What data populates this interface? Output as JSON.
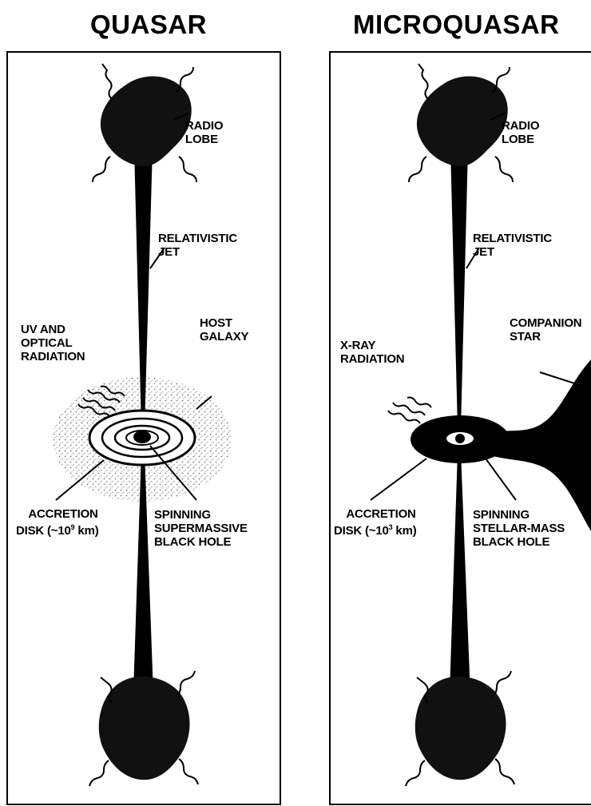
{
  "quasar": {
    "title": "QUASAR",
    "radio_lobe": "RADIO\nLOBE",
    "jet": "RELATIVISTIC\nJET",
    "radiation": "UV AND\nOPTICAL\nRADIATION",
    "host_galaxy": "HOST\nGALAXY",
    "accretion_line1": "ACCRETION",
    "accretion_line2_prefix": "DISK (~10",
    "accretion_exp": "9",
    "accretion_line2_suffix": " km)",
    "black_hole": "SPINNING\nSUPERMASSIVE\nBLACK HOLE"
  },
  "microquasar": {
    "title": "MICROQUASAR",
    "radio_lobe": "RADIO\nLOBE",
    "jet": "RELATIVISTIC\nJET",
    "companion": "COMPANION\nSTAR",
    "radiation": "X-RAY\nRADIATION",
    "accretion_line1": "ACCRETION",
    "accretion_line2_prefix": "DISK (~10",
    "accretion_exp": "3",
    "accretion_line2_suffix": " km)",
    "black_hole": "SPINNING\nSTELLAR-MASS\nBLACK HOLE"
  }
}
